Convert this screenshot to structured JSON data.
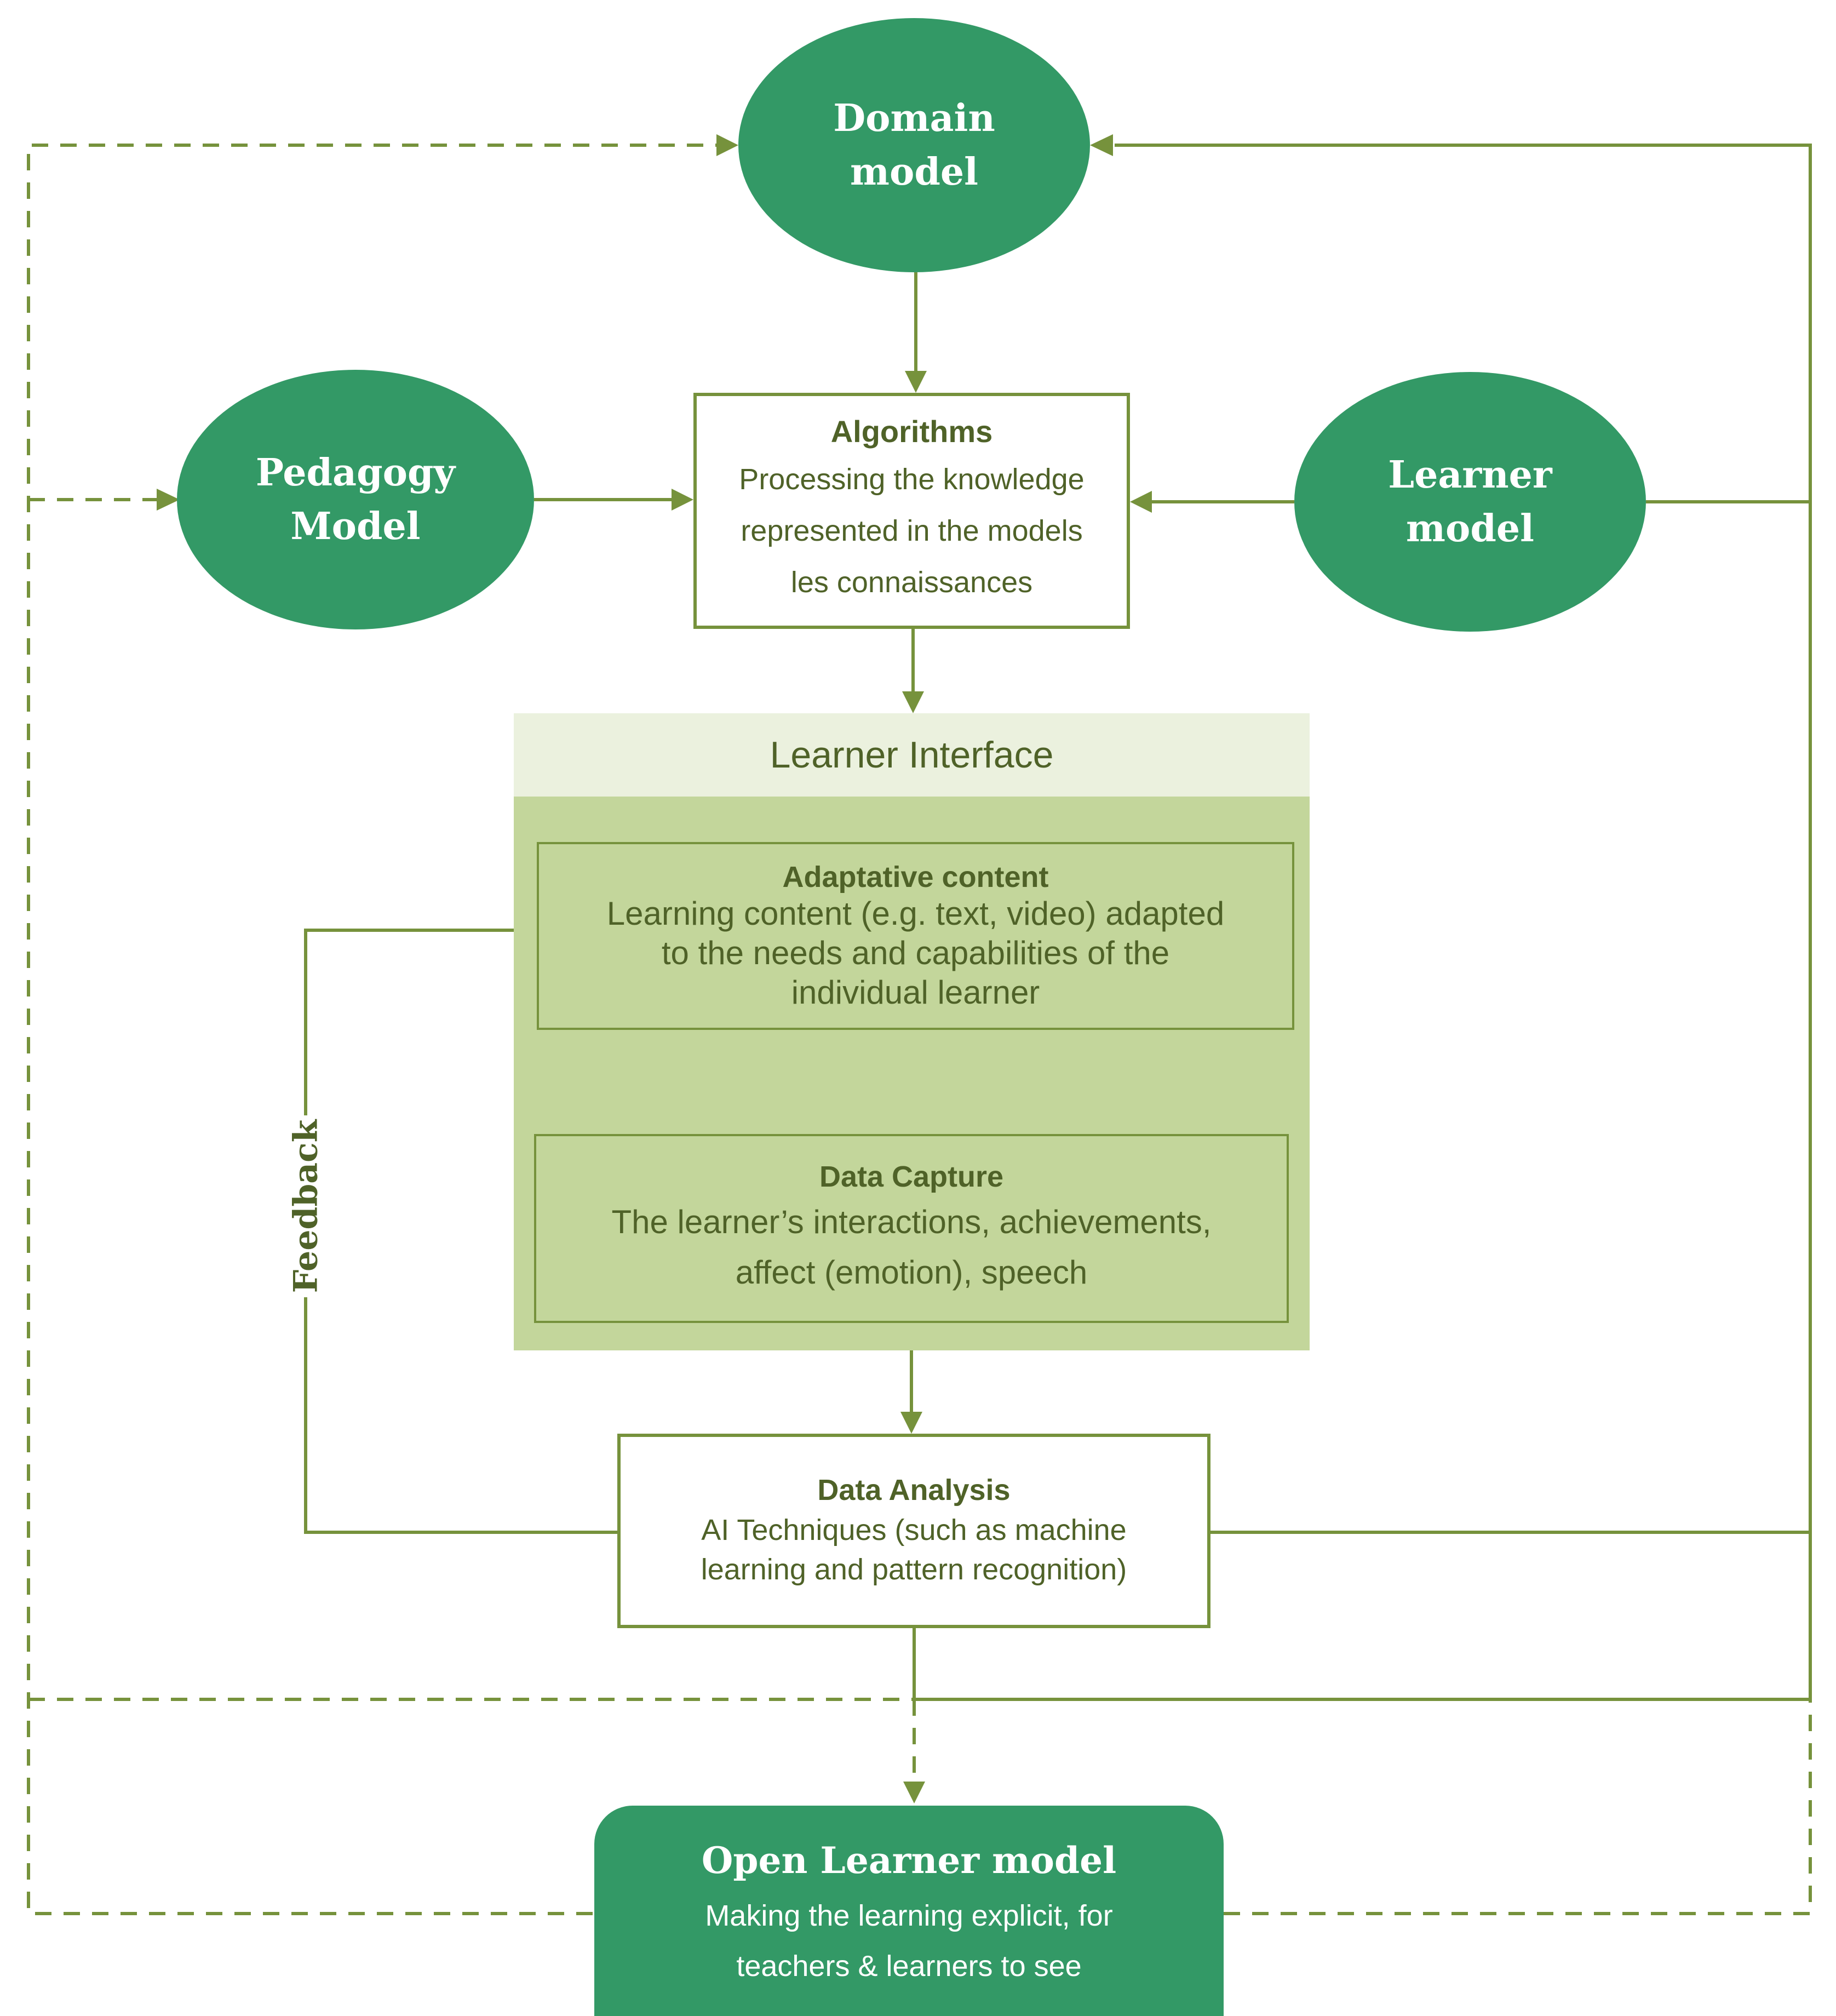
{
  "colors": {
    "model_fill": "#339966",
    "connector": "#76923C",
    "interface_header": "#EBF1DE",
    "interface_panel": "#C3D69B",
    "text": "#4F6228",
    "model_text": "#FFFFFF"
  },
  "nodes": {
    "domain_model": {
      "line1": "Domain",
      "line2": "model"
    },
    "pedagogy_model": {
      "line1": "Pedagogy",
      "line2": "Model"
    },
    "learner_model": {
      "line1": "Learner",
      "line2": "model"
    },
    "algorithms": {
      "title": "Algorithms",
      "lines": [
        "Processing the knowledge",
        "represented in the models",
        "les connaissances"
      ]
    },
    "learner_interface": {
      "title": "Learner Interface",
      "adaptative_content": {
        "title": "Adaptative content",
        "lines": [
          "Learning content (e.g. text, video) adapted",
          "to the needs and capabilities of the",
          "individual learner"
        ]
      },
      "data_capture": {
        "title": "Data Capture",
        "lines": [
          "The learner’s interactions, achievements,",
          "affect (emotion), speech"
        ]
      }
    },
    "data_analysis": {
      "title": "Data Analysis",
      "lines": [
        "AI Techniques (such as machine",
        "learning and pattern recognition)"
      ]
    },
    "open_learner_model": {
      "title": "Open Learner model",
      "lines": [
        "Making the learning explicit, for",
        "teachers & learners to see"
      ]
    }
  },
  "labels": {
    "feedback": "Feedback"
  },
  "edges": [
    {
      "from": "domain_model",
      "to": "algorithms",
      "style": "solid"
    },
    {
      "from": "pedagogy_model",
      "to": "algorithms",
      "style": "solid"
    },
    {
      "from": "learner_model",
      "to": "algorithms",
      "style": "solid"
    },
    {
      "from": "algorithms",
      "to": "learner_interface",
      "style": "solid"
    },
    {
      "from": "adaptative_content",
      "to": "data_capture",
      "style": "solid"
    },
    {
      "from": "data_capture",
      "to": "data_analysis",
      "style": "solid"
    },
    {
      "from": "data_analysis",
      "to": "adaptative_content",
      "style": "solid",
      "label": "Feedback"
    },
    {
      "from": "data_analysis",
      "to": "domain_model",
      "style": "solid"
    },
    {
      "from": "learner_model",
      "to": "domain_model",
      "style": "solid"
    },
    {
      "from": "data_analysis",
      "to": "open_learner_model",
      "style": "dashed"
    },
    {
      "from": "open_learner_model",
      "to": "domain_model",
      "style": "dashed"
    },
    {
      "from": "open_learner_model",
      "to": "pedagogy_model",
      "style": "dashed"
    }
  ]
}
